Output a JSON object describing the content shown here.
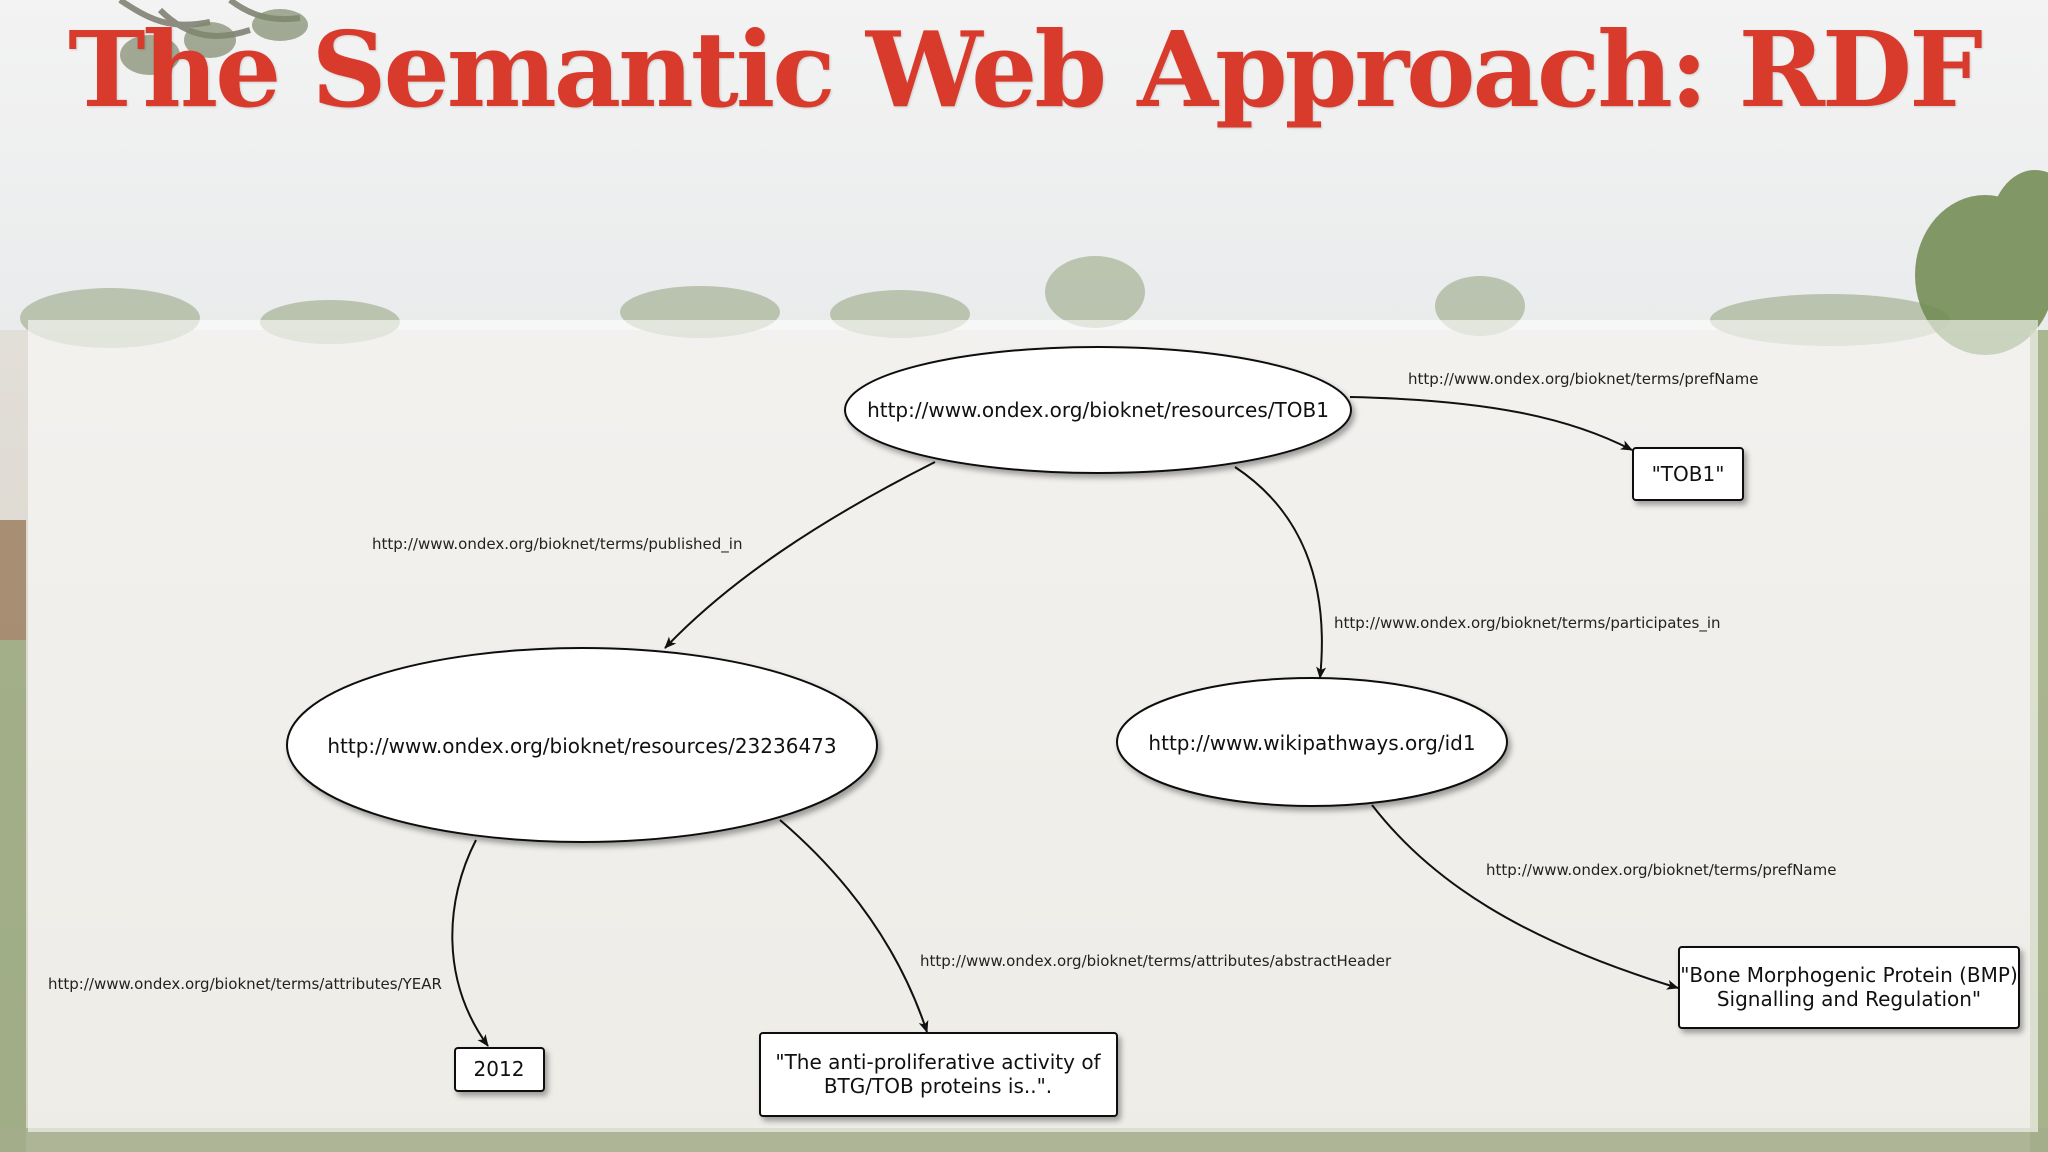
{
  "slide": {
    "title": "The Semantic Web Approach: RDF"
  },
  "nodes": {
    "tob1": "http://www.ondex.org/bioknet/resources/TOB1",
    "pub": "http://www.ondex.org/bioknet/resources/23236473",
    "wiki": "http://www.wikipathways.org/id1",
    "tob1_literal": "\"TOB1\"",
    "year_literal": "2012",
    "abstract_line1": "\"The anti-proliferative activity of",
    "abstract_line2": "BTG/TOB proteins is..\".",
    "bmp_line1": "\"Bone Morphogenic Protein (BMP)",
    "bmp_line2": "Signalling and Regulation\""
  },
  "edges": {
    "prefname_top": "http://www.ondex.org/bioknet/terms/prefName",
    "published_in": "http://www.ondex.org/bioknet/terms/published_in",
    "participates_in": "http://www.ondex.org/bioknet/terms/participates_in",
    "prefname_wiki": "http://www.ondex.org/bioknet/terms/prefName",
    "abstract_header": "http://www.ondex.org/bioknet/terms/attributes/abstractHeader",
    "year": "http://www.ondex.org/bioknet/terms/attributes/YEAR"
  },
  "colors": {
    "title": "#d83a2c",
    "sky": "#eef0f1",
    "field": "#dcd7cf",
    "trees": "#7d9a5e"
  }
}
